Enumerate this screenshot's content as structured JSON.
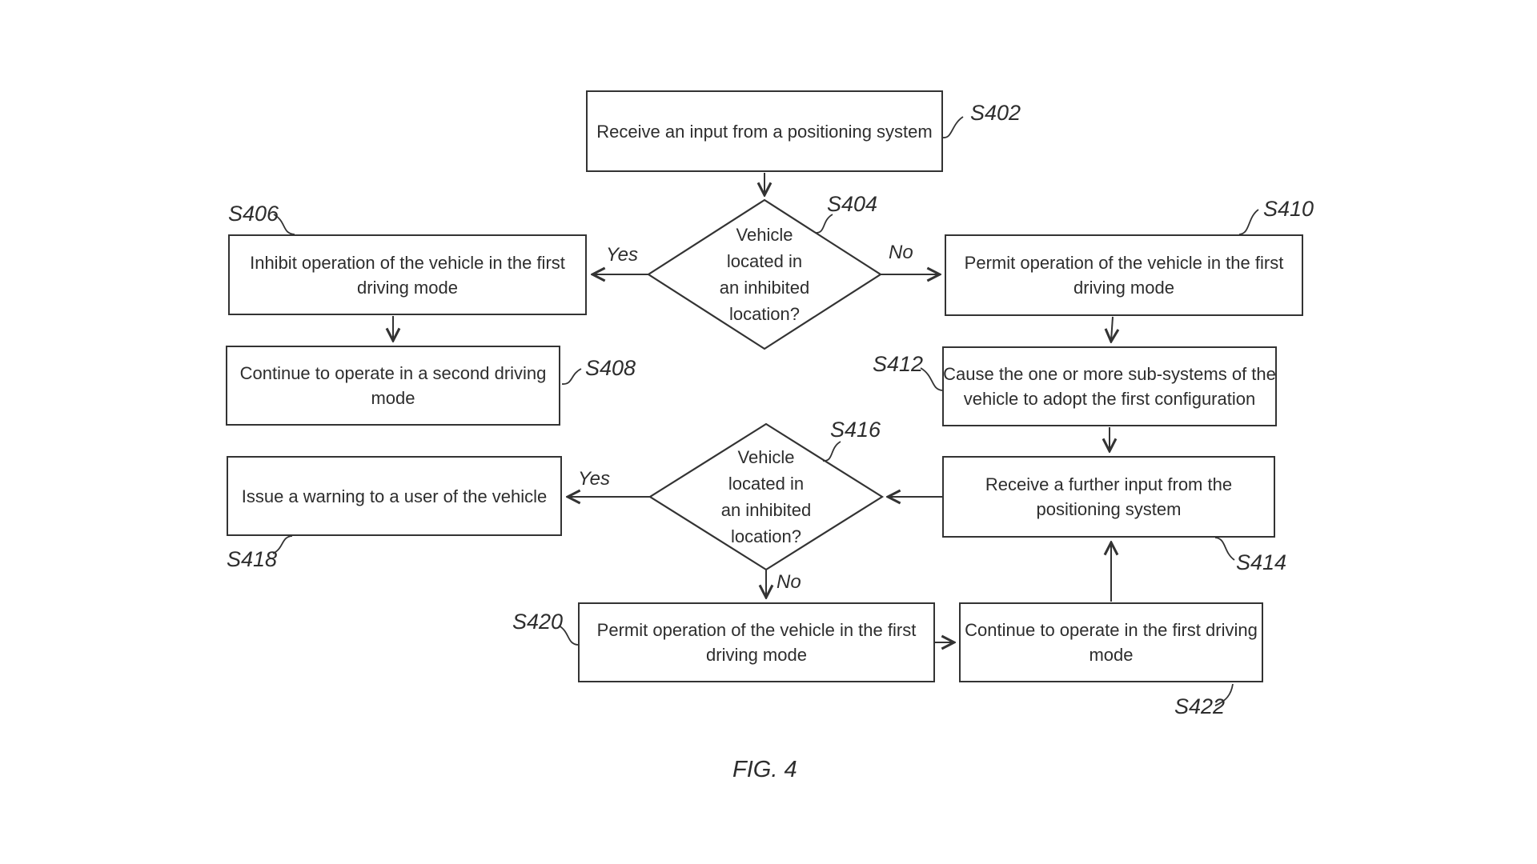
{
  "figure": {
    "caption": "FIG. 4"
  },
  "colors": {
    "line": "#333333",
    "text": "#2d2d2d",
    "background": "#ffffff"
  },
  "nodes": {
    "s402": {
      "ref": "S402",
      "lines": [
        "Receive an input from a positioning system"
      ]
    },
    "s404": {
      "ref": "S404",
      "lines": [
        "Vehicle",
        "located in",
        "an inhibited",
        "location?"
      ]
    },
    "s406": {
      "ref": "S406",
      "lines": [
        "Inhibit operation of the vehicle in the first",
        "driving mode"
      ]
    },
    "s408": {
      "ref": "S408",
      "lines": [
        "Continue to operate in a second driving",
        "mode"
      ]
    },
    "s410": {
      "ref": "S410",
      "lines": [
        "Permit operation of the vehicle in the first",
        "driving mode"
      ]
    },
    "s412": {
      "ref": "S412",
      "lines": [
        "Cause the one or more sub-systems of the",
        "vehicle to adopt the first configuration"
      ]
    },
    "s414": {
      "ref": "S414",
      "lines": [
        "Receive a further input from the",
        "positioning system"
      ]
    },
    "s416": {
      "ref": "S416",
      "lines": [
        "Vehicle",
        "located in",
        "an inhibited",
        "location?"
      ]
    },
    "s418": {
      "ref": "S418",
      "lines": [
        "Issue a warning to a user of the vehicle"
      ]
    },
    "s420": {
      "ref": "S420",
      "lines": [
        "Permit operation of the vehicle in the first",
        "driving mode"
      ]
    },
    "s422": {
      "ref": "S422",
      "lines": [
        "Continue to operate in the first driving",
        "mode"
      ]
    }
  },
  "edge_labels": {
    "s404_yes": "Yes",
    "s404_no": "No",
    "s416_yes": "Yes",
    "s416_no": "No"
  }
}
